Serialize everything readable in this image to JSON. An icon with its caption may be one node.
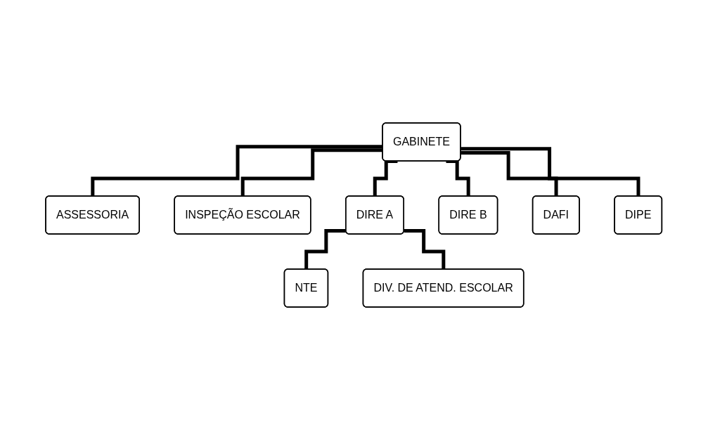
{
  "diagram": {
    "nodes": [
      {
        "text": [
          "GABINETE"
        ]
      },
      {
        "text": [
          "ASSESSORIA"
        ]
      },
      {
        "text": [
          "INSPEÇÃO ESCOLAR"
        ]
      },
      {
        "text": [
          "DIRE A"
        ]
      },
      {
        "text": [
          "DIRE B"
        ]
      },
      {
        "text": [
          "DAFI"
        ]
      },
      {
        "text": [
          "DIPE"
        ]
      },
      {
        "text": [
          "NTE"
        ]
      },
      {
        "text": [
          "DIV. DE ATEND. ESCOLAR"
        ]
      }
    ],
    "edges": [
      {
        "from": 0,
        "to": 1,
        "arrow": "none"
      },
      {
        "from": 0,
        "to": 2,
        "arrow": "none"
      },
      {
        "from": 0,
        "to": 3,
        "arrow": "none"
      },
      {
        "from": 0,
        "to": 4,
        "arrow": "none"
      },
      {
        "from": 0,
        "to": 5,
        "arrow": "none"
      },
      {
        "from": 0,
        "to": 6,
        "arrow": "none"
      },
      {
        "from": 3,
        "to": 7,
        "arrow": "none"
      },
      {
        "from": 3,
        "to": 8,
        "arrow": "none"
      }
    ]
  }
}
